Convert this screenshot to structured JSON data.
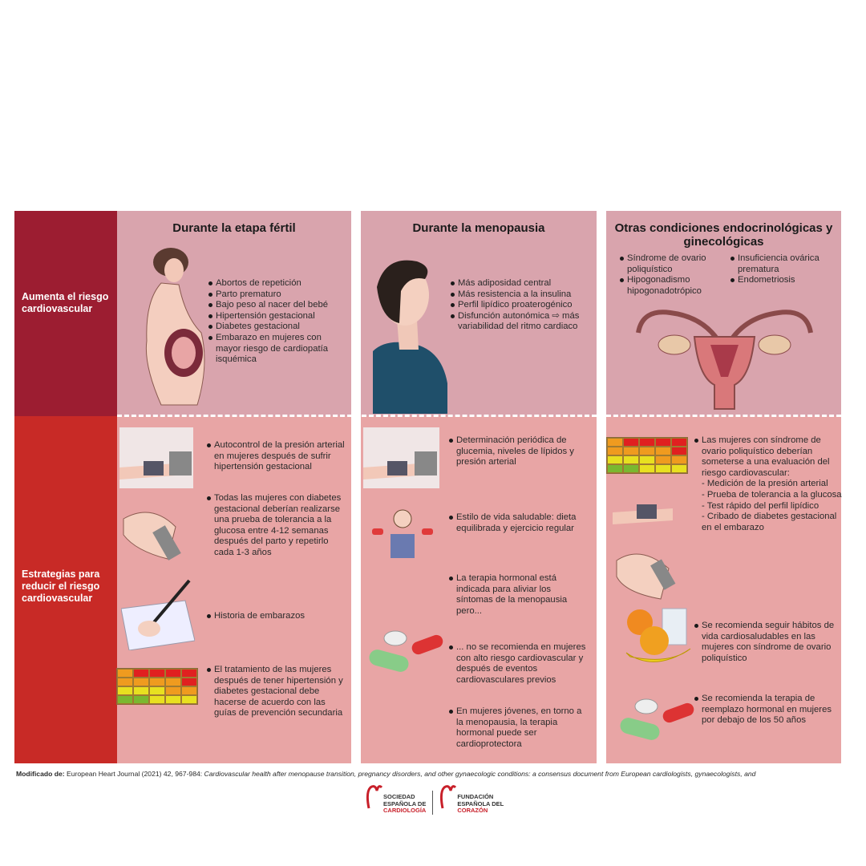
{
  "side": {
    "top": "Aumenta el riesgo cardiovascular",
    "bottom": "Estrategias para reducir el riesgo cardiovascular"
  },
  "columns": [
    {
      "title": "Durante la etapa fértil",
      "risks": [
        "Abortos de repetición",
        "Parto prematuro",
        "Bajo peso al nacer del bebé",
        "Hipertensión gestacional",
        "Diabetes gestacional",
        "Embarazo en mujeres con mayor riesgo de cardiopatía isquémica"
      ],
      "strategies": [
        "Autocontrol de la presión arterial en mujeres después de sufrir hipertensión gestacional",
        "Todas las mujeres con diabetes gestacional deberían realizarse una prueba de tolerancia a la glucosa entre 4-12 semanas después del parto y repetirlo cada 1-3 años",
        "Historia de embarazos",
        "El tratamiento de las mujeres después de tener hipertensión y diabetes gestacional debe hacerse de acuerdo con las guías de prevención secundaria"
      ]
    },
    {
      "title": "Durante la menopausia",
      "risks": [
        "Más adiposidad central",
        "Más resistencia a la insulina",
        "Perfil lipídico proaterogénico",
        "Disfunción autonómica",
        "más variabilidad del ritmo cardiaco"
      ],
      "strategies": [
        "Determinación periódica de glucemia, niveles de lípidos y presión arterial",
        "Estilo de vida saludable: dieta equilibrada y ejercicio regular",
        "La terapia hormonal está indicada para aliviar los síntomas de la menopausia pero...",
        "... no se recomienda en mujeres con alto riesgo cardiovascular y después de eventos cardiovasculares previos",
        "En mujeres jóvenes, en torno a la menopausia, la terapia hormonal puede ser cardioprotectora"
      ]
    },
    {
      "title": "Otras condiciones endocrinológicas y ginecológicas",
      "risks": [
        "Síndrome de ovario poliquístico",
        "Hipogonadismo hipogonadotrópico",
        "Insuficiencia ovárica prematura",
        "Endometriosis"
      ],
      "strategies": [
        "Las mujeres con síndrome de ovario poliquístico deberían someterse a una evaluación del riesgo cardiovascular:",
        "- Medición de la presión arterial",
        "- Prueba de tolerancia a la glucosa",
        "- Test rápido del perfil lipídico",
        "- Cribado de diabetes gestacional en el embarazo",
        "Se recomienda seguir hábitos de vida cardiosaludables en las mujeres con síndrome de ovario poliquístico",
        "Se recomienda la terapia de reemplazo hormonal en mujeres por debajo de los 50 años"
      ]
    }
  ],
  "footer": {
    "label": "Modificado de:",
    "source": "European Heart Journal (2021) 42, 967-984:",
    "title": "Cardiovascular health after menopause transition, pregnancy disorders, and other gynaecologic conditions: a consensus document from European cardiologists, gynaecologists, and"
  },
  "logos": {
    "sec": [
      "SOCIEDAD",
      "ESPAÑOLA DE",
      "CARDIOLOGÍA"
    ],
    "fec": [
      "FUNDACIÓN",
      "ESPAÑOLA DEL",
      "CORAZÓN"
    ]
  },
  "colors": {
    "dark_red": "#9c1d31",
    "red": "#c82a26",
    "pink_top": "#d9a4ad",
    "pink_bottom": "#e8a5a5"
  }
}
